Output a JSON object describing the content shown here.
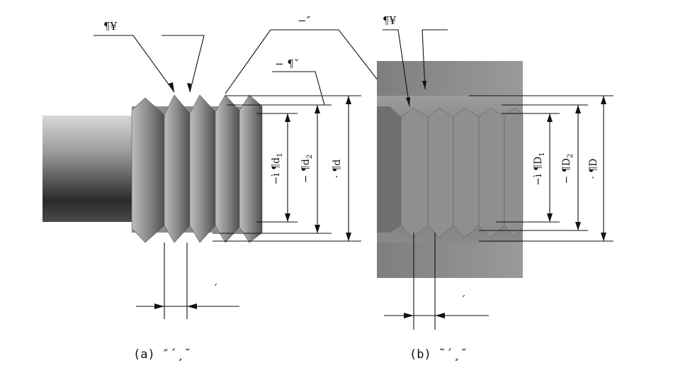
{
  "external_thread": {
    "label_tooth_left": "¶¥",
    "label_pitch_line": "−″",
    "label_profile": "− ¶ˇ",
    "dim_minor": {
      "prefix": "−ì",
      "symbol": "¶d",
      "sub": "1"
    },
    "dim_pitch": {
      "prefix": "−",
      "symbol": "¶d",
      "sub": "2"
    },
    "dim_major": {
      "prefix": "·",
      "symbol": "¶d",
      "sub": ""
    },
    "pitch_mark": "´",
    "caption": "(a) ″´¸˘"
  },
  "internal_thread": {
    "label_tooth": "¶¥",
    "dim_minor": {
      "prefix": "−ì",
      "symbol": "¶D",
      "sub": "1"
    },
    "dim_pitch": {
      "prefix": "−",
      "symbol": "¶D",
      "sub": "2"
    },
    "dim_major": {
      "prefix": "·",
      "symbol": "¶D",
      "sub": ""
    },
    "pitch_mark": "´",
    "caption": "(b) ˜´¸˘"
  }
}
